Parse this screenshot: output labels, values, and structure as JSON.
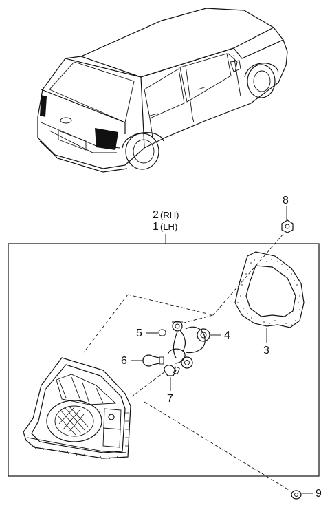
{
  "labels": {
    "p1": "1",
    "p1_side": "(LH)",
    "p2": "2",
    "p2_side": "(RH)",
    "p3": "3",
    "p4": "4",
    "p5": "5",
    "p6": "6",
    "p7": "7",
    "p8": "8",
    "p9": "9"
  }
}
